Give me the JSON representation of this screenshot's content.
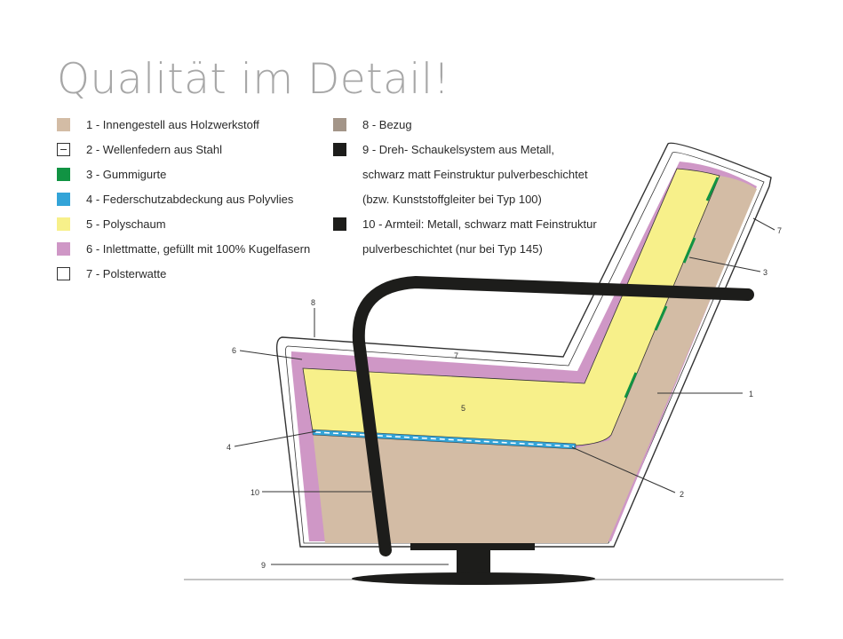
{
  "title": "Qualität im Detail!",
  "legend_left": [
    {
      "label": "1 - Innengestell aus Holzwerkstoff",
      "color": "#d3bca5",
      "icon": "swatch-innengestell"
    },
    {
      "label": "2 - Wellenfedern aus Stahl",
      "color": "#ffffff",
      "icon": "swatch-wellenfedern"
    },
    {
      "label": "3 - Gummigurte",
      "color": "#119343",
      "icon": "swatch-gummigurte"
    },
    {
      "label": "4 - Federschutzabdeckung aus Polyvlies",
      "color": "#33a4d8",
      "icon": "swatch-federschutz"
    },
    {
      "label": "5 - Polyschaum",
      "color": "#f7f08a",
      "icon": "swatch-polyschaum"
    },
    {
      "label": "6 - Inlettmatte, gefüllt mit 100% Kugelfasern",
      "color": "#cf97c6",
      "icon": "swatch-inlettmatte"
    },
    {
      "label": "7 - Polsterwatte",
      "color": "#ffffff",
      "icon": "swatch-polsterwatte"
    }
  ],
  "legend_right": [
    {
      "label": "8 - Bezug",
      "color": "#a39588",
      "icon": "swatch-bezug"
    },
    {
      "label": "9 - Dreh- Schaukelsystem aus Metall,",
      "color": "#1d1d1b",
      "icon": "swatch-dreh-schaukelsystem"
    },
    {
      "label": "schwarz matt Feinstruktur pulverbeschichtet",
      "continuation": true
    },
    {
      "label": "(bzw. Kunststoffgleiter bei Typ 100)",
      "continuation": true
    },
    {
      "label": "10 - Armteil: Metall, schwarz matt Feinstruktur",
      "color": "#1d1d1b",
      "icon": "swatch-armteil"
    },
    {
      "label": "pulverbeschichtet (nur bei Typ 145)",
      "continuation": true
    }
  ],
  "callouts": {
    "c1": "1",
    "c2": "2",
    "c3": "3",
    "c4": "4",
    "c5": "5",
    "c6": "6",
    "c7a": "7",
    "c7b": "7",
    "c8": "8",
    "c9": "9",
    "c10": "10"
  }
}
